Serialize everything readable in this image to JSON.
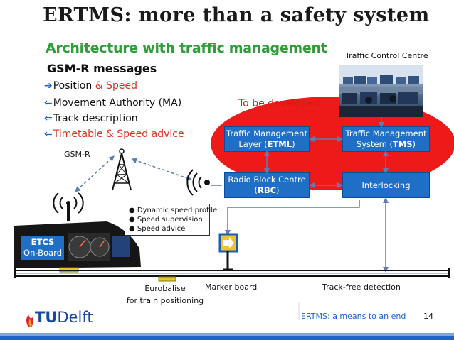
{
  "title": "ERTMS: more than a safety system",
  "subtitle": "Architecture with traffic management",
  "messages": {
    "heading": "GSM-R messages",
    "position": "Position",
    "and_speed": "& Speed",
    "ma": "Movement Authority (MA)",
    "track": "Track description",
    "timetable": "Timetable & Speed advice",
    "arrow_right": "➔",
    "arrow_left": "⇐"
  },
  "traffic_control_centre": "Traffic Control Centre",
  "to_be_developed": "To be developed",
  "boxes": {
    "etml": {
      "line1": "Traffic Management",
      "pre": "Layer (",
      "bold": "ETML",
      "post": ")"
    },
    "tms": {
      "line1": "Traffic Management",
      "pre": "System (",
      "bold": "TMS",
      "post": ")"
    },
    "rbc": {
      "line1": "Radio Block Centre",
      "pre": "(",
      "bold": "RBC",
      "post": ")"
    },
    "interlocking": "Interlocking"
  },
  "gsmr_label": "GSM-R",
  "onboard_features": [
    "Dynamic speed profile",
    "Speed supervision",
    "Speed advice"
  ],
  "etcs": {
    "line1": "ETCS",
    "line2": "On-Board"
  },
  "trackside": {
    "eurobalise_line1": "Eurobalise",
    "eurobalise_line2": "for train positioning",
    "marker_board": "Marker board",
    "track_free": "Track-free detection"
  },
  "footer": {
    "text": "ERTMS: a means to an end",
    "page": "14",
    "logo_tu": "TU",
    "logo_delft": "Delft"
  },
  "colors": {
    "accent_green": "#2f9e3a",
    "box_blue": "#1f6fc6",
    "ellipse_red": "#ee1a1a",
    "footer_blue": "#1e64c8"
  }
}
